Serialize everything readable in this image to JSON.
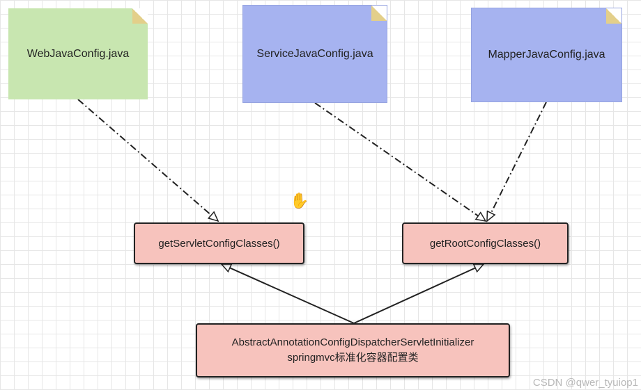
{
  "notes": [
    {
      "label": "WebJavaConfig.java",
      "color": "#c8e6b0"
    },
    {
      "label": "ServiceJavaConfig.java",
      "color": "#a6b3f0"
    },
    {
      "label": "MapperJavaConfig.java",
      "color": "#a6b3f0"
    }
  ],
  "methods": {
    "servlet": "getServletConfigClasses()",
    "root": "getRootConfigClasses()"
  },
  "initializer": {
    "line1": "AbstractAnnotationConfigDispatcherServletInitializer",
    "line2": "springmvc标准化容器配置类"
  },
  "box_color": "#f7c3bd",
  "watermark": "CSDN @qwer_tyuiop1",
  "cursor_icon": "hand-cursor-icon"
}
